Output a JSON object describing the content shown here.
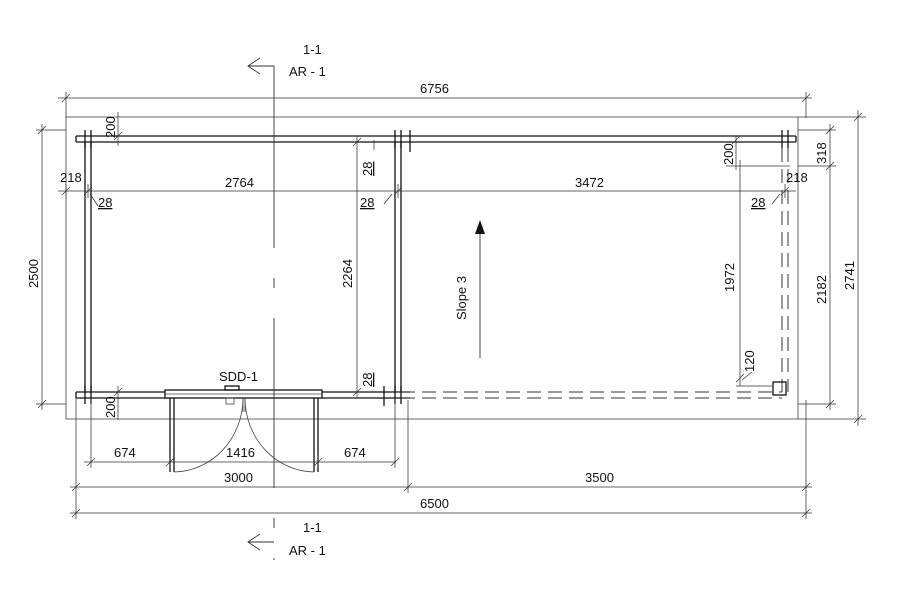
{
  "section_top": {
    "id": "1-1",
    "sheet": "AR - 1"
  },
  "section_bottom": {
    "id": "1-1",
    "sheet": "AR - 1"
  },
  "door_tag": "SDD-1",
  "slope_label": "Slope 3",
  "dims": {
    "overall_top": "6756",
    "wall_top_left": "200",
    "wall_top_right": "200",
    "left_overhang": "218",
    "right_overhang": "218",
    "room_width": "2764",
    "canopy_width": "3472",
    "post_left": "28",
    "post_mid_top": "28",
    "post_mid_line": "28",
    "post_right": "28",
    "post_mid_bottom": "28",
    "left_height": "2500",
    "room_depth": "2264",
    "canopy_depth": "1972",
    "corner_offset": "120",
    "right_top": "318",
    "right_depth": "2182",
    "right_overall": "2741",
    "wall_bottom": "200",
    "door_left": "674",
    "door_width": "1416",
    "door_right": "674",
    "bottom_left": "3000",
    "bottom_right": "3500",
    "bottom_overall": "6500"
  }
}
